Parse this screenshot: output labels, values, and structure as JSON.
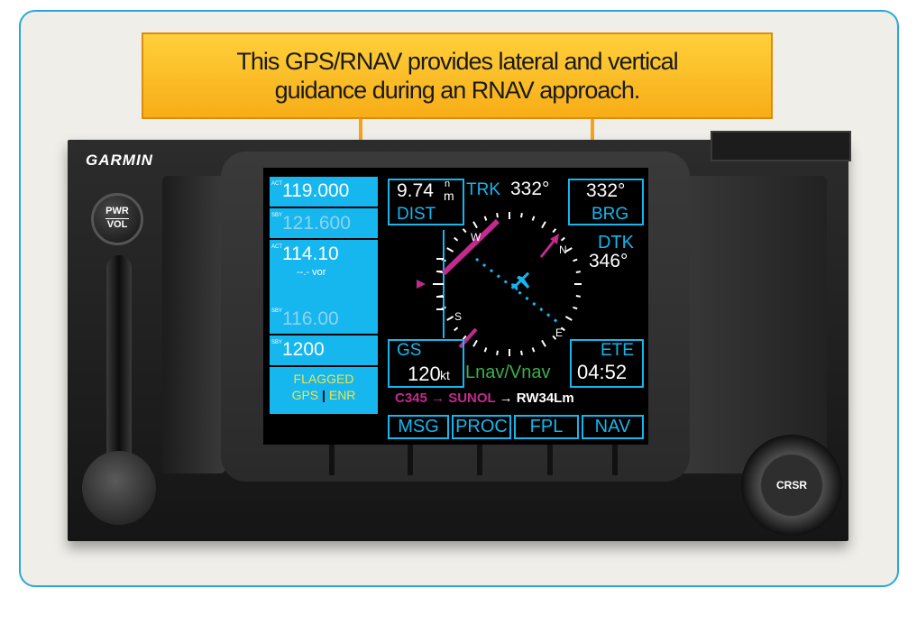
{
  "callout": {
    "line1": "This GPS/RNAV provides lateral and vertical",
    "line2": "guidance during an RNAV approach."
  },
  "brand": "GARMIN",
  "knobs": {
    "pwr_top": "PWR",
    "pwr_bottom": "VOL",
    "crsr": "CRSR"
  },
  "freq": {
    "com_active": "119.000",
    "com_standby": "121.600",
    "nav_active": "114.10",
    "nav_ident": "--.- vor",
    "nav_standby": "116.00",
    "xpdr": "1200",
    "flag": "FLAGGED",
    "mode_gps": "GPS",
    "mode_sep": "|",
    "mode_enr": "ENR",
    "label_act": "ACT",
    "label_sby": "SBY"
  },
  "nav": {
    "dist_value": "9.74",
    "dist_unit_top": "n",
    "dist_unit_bottom": "m",
    "dist_label": "DIST",
    "trk_label": "TRK",
    "trk_value": "332°",
    "brg_value": "332°",
    "brg_label": "BRG",
    "dtk_label": "DTK",
    "dtk_value": "346°",
    "gs_label": "GS",
    "gs_value": "120",
    "gs_unit": "kt",
    "mode": "Lnav/Vnav",
    "ete_label": "ETE",
    "ete_value": "04:52",
    "compass_n": "N",
    "compass_e": "E",
    "compass_s": "S",
    "compass_w": "W"
  },
  "route": {
    "wp1": "C345",
    "arrow1": "→",
    "wp2": "SUNOL",
    "arrow2": "→",
    "wp3": "RW34Lm"
  },
  "tabs": [
    "MSG",
    "PROC",
    "FPL",
    "NAV"
  ],
  "colors": {
    "cyan": "#16b6ee",
    "magenta": "#c32a8d",
    "green": "#3fae49",
    "callout": "#f7ad17"
  }
}
